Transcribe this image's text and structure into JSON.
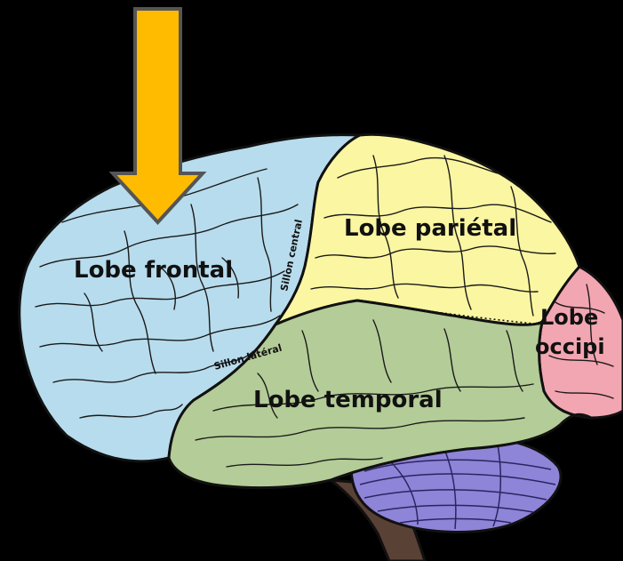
{
  "labels": {
    "frontal": "Lobe frontal",
    "parietal": "Lobe pariétal",
    "temporal": "Lobe temporal",
    "occipital_line1": "Lobe",
    "occipital_line2": "occipi",
    "central_sulcus": "Sillon central",
    "lateral_sulcus": "Sillon latéral"
  },
  "colors": {
    "background": "#000000",
    "frontal": "#b7dced",
    "parietal": "#fbf6a1",
    "temporal": "#b4cc97",
    "occipital": "#f2a6b1",
    "cerebellum": "#8e84d8",
    "brainstem": "#5a4136",
    "arrow": "#ffbb00",
    "arrow_outline": "#555555"
  },
  "icons": {
    "pointer": "down-arrow-icon"
  }
}
